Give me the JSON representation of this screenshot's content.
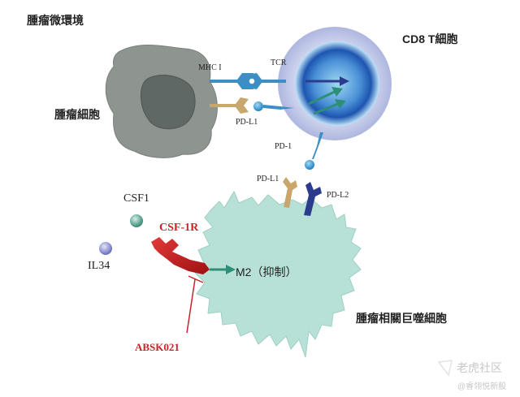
{
  "title": "腫瘤微環境",
  "cells": {
    "tumor": "腫瘤細胞",
    "t_cell": "CD8 T細胞",
    "macrophage": "腫瘤相關巨噬細胞"
  },
  "receptors": {
    "mhc": "MHC I",
    "tcr": "TCR",
    "pdl1_tumor": "PD-L1",
    "pd1": "PD-1",
    "pdl1_macro": "PD-L1",
    "pdl2": "PD-L2"
  },
  "ligands": {
    "csf1": "CSF1",
    "il34": "IL34"
  },
  "csf1r": "CSF-1R",
  "m2": "M2（抑制）",
  "drug": "ABSK021",
  "watermark": {
    "brand": "老虎社区",
    "user": "@睿翎悦新股"
  },
  "colors": {
    "accent_red": "#cc2229",
    "teal": "#2e8f78",
    "navy": "#2c3c8c",
    "tan": "#c9a66b",
    "macrophage_fill": "#b7e0d7",
    "tumor_fill": "#8e9490"
  }
}
